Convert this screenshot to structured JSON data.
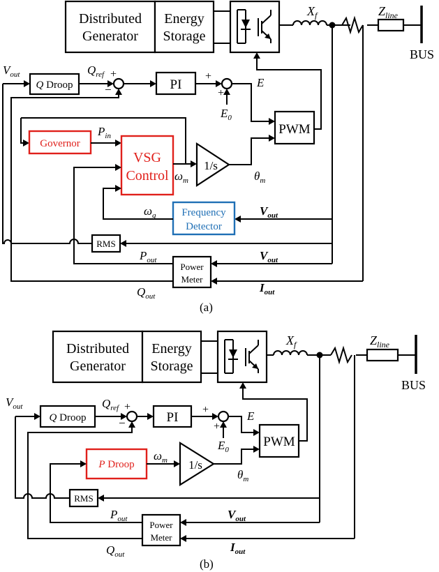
{
  "diagram_a": {
    "caption": "(a)",
    "blocks": {
      "distributed_generator": [
        "Distributed",
        "Generator"
      ],
      "energy_storage": [
        "Energy",
        "Storage"
      ],
      "q_droop": "Droop",
      "q_droop_letter": "Q",
      "pi": "PI",
      "governor": "Governor",
      "vsg_control": [
        "VSG",
        "Control"
      ],
      "integrator": "1/s",
      "pwm": "PWM",
      "frequency_detector": [
        "Frequency",
        "Detector"
      ],
      "rms": "RMS",
      "power_meter": [
        "Power",
        "Meter"
      ]
    },
    "labels": {
      "xf": "X",
      "xf_sub": "f",
      "zline": "Z",
      "zline_sub": "line",
      "bus": "BUS",
      "vout": "V",
      "vout_sub": "out",
      "qref": "Q",
      "qref_sub": "ref",
      "plus": "+",
      "minus": "−",
      "e": "E",
      "e0": "E",
      "e0_sub": "0",
      "pin": "P",
      "pin_sub": "in",
      "omega_m": "ω",
      "omega_m_sub": "m",
      "theta_m": "θ",
      "theta_m_sub": "m",
      "omega_g": "ω",
      "omega_g_sub": "g",
      "pout": "P",
      "pout_sub": "out",
      "qout": "Q",
      "qout_sub": "out",
      "iout": "I",
      "iout_sub": "out"
    }
  },
  "diagram_b": {
    "caption": "(b)",
    "blocks": {
      "distributed_generator": [
        "Distributed",
        "Generator"
      ],
      "energy_storage": [
        "Energy",
        "Storage"
      ],
      "q_droop": "Droop",
      "q_droop_letter": "Q",
      "pi": "PI",
      "p_droop": "Droop",
      "p_droop_letter": "P",
      "integrator": "1/s",
      "integrator_s": "s",
      "pwm": "PWM",
      "rms": "RMS",
      "power_meter": [
        "Power",
        "Meter"
      ]
    },
    "labels": {
      "xf": "X",
      "xf_sub": "f",
      "zline": "Z",
      "zline_sub": "line",
      "bus": "BUS",
      "vout": "V",
      "vout_sub": "out",
      "qref": "Q",
      "qref_sub": "ref",
      "plus": "+",
      "minus": "−",
      "e": "E",
      "e0": "E",
      "e0_sub": "0",
      "omega_m": "ω",
      "omega_m_sub": "m",
      "theta_m": "θ",
      "theta_m_sub": "m",
      "pout": "P",
      "pout_sub": "out",
      "qout": "Q",
      "qout_sub": "out",
      "iout": "I",
      "iout_sub": "out"
    }
  },
  "colors": {
    "line": "#000000",
    "highlight_red": "#e0201b",
    "highlight_blue": "#1f6fb5",
    "background": "#ffffff"
  }
}
